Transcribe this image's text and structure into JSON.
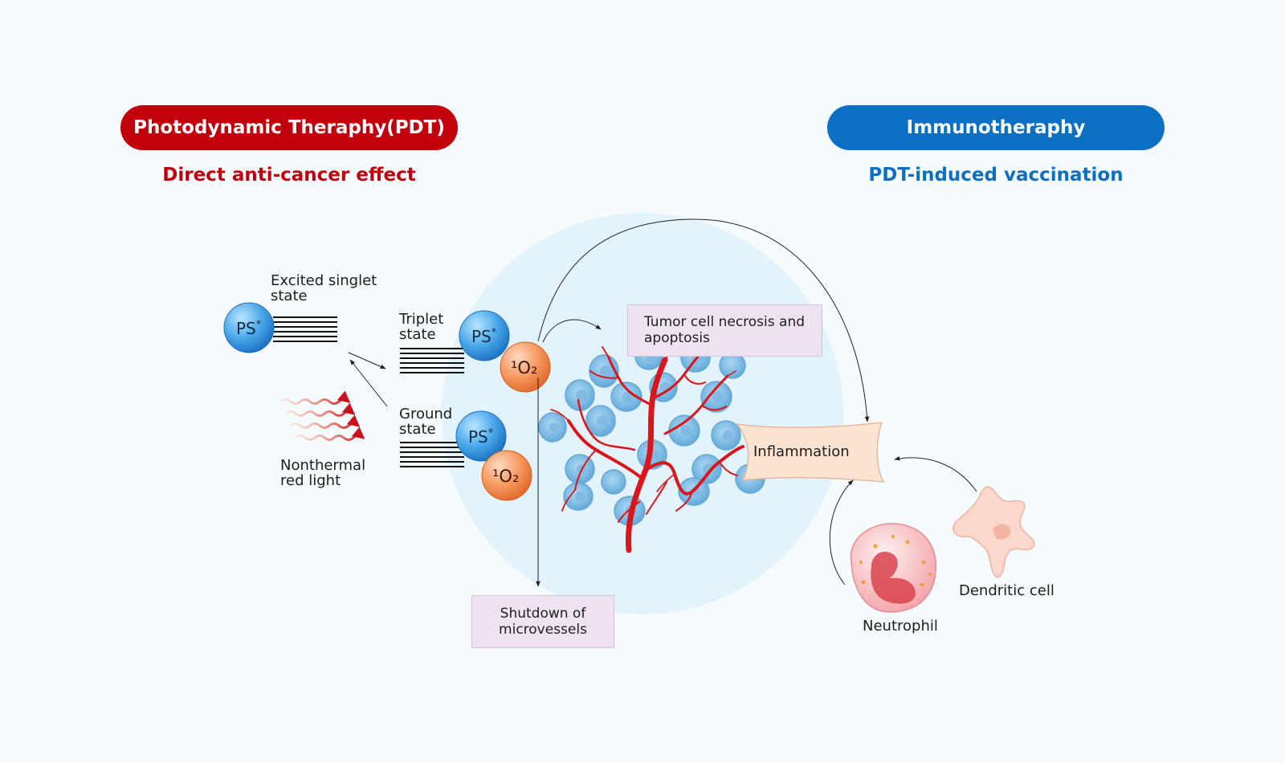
{
  "left_header": {
    "title": "Photodynamic Theraphy(PDT)",
    "subtitle": "Direct anti-cancer effect"
  },
  "right_header": {
    "title": "Immunotheraphy",
    "subtitle": "PDT-induced vaccination"
  },
  "states": {
    "excited_singlet": "Excited singlet state",
    "triplet": "Triplet state",
    "ground": "Ground state"
  },
  "molecules": {
    "ps_star": "PS*",
    "ps_base": "PS",
    "star": "*",
    "singlet_oxygen": "¹O₂"
  },
  "light_label": "Nonthermal red light",
  "boxes": {
    "necrosis": "Tumor cell necrosis and apoptosis",
    "shutdown": "Shutdown of microvessels",
    "inflammation": "Inflammation"
  },
  "cells": {
    "neutrophil": "Neutrophil",
    "dendritic": "Dendritic cell"
  },
  "colors": {
    "pdt_red": "#c2000b",
    "immuno_blue": "#0b6fc3",
    "vessel_red": "#d8161c"
  }
}
